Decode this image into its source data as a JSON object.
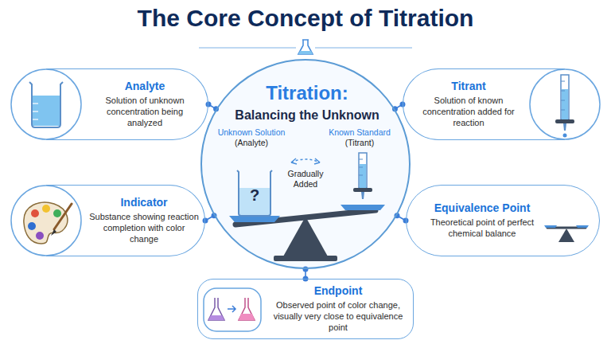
{
  "diagram": {
    "title": "The Core Concept of Titration",
    "nodes": [
      {
        "text": [
          "Titration:",
          "Balancing the Unknown"
        ]
      },
      {
        "text": [
          "Analyte",
          "Solution of unknown concentration being analyzed"
        ]
      },
      {
        "text": [
          "Titrant",
          "Solution of known concentration added for reaction"
        ]
      },
      {
        "text": [
          "Indicator",
          "Substance showing reaction completion with color change"
        ]
      },
      {
        "text": [
          "Equivalence Point",
          "Theoretical point of perfect chemical balance"
        ]
      },
      {
        "text": [
          "Endpoint",
          "Observed point of color change, visually very close to equivalence point"
        ]
      }
    ],
    "edges": [
      {
        "from": 0,
        "to": 1,
        "arrow": "none"
      },
      {
        "from": 0,
        "to": 2,
        "arrow": "none"
      },
      {
        "from": 0,
        "to": 3,
        "arrow": "none"
      },
      {
        "from": 0,
        "to": 4,
        "arrow": "none"
      },
      {
        "from": 0,
        "to": 5,
        "arrow": "none"
      }
    ],
    "labels": [
      "Unknown Solution",
      "(Analyte)",
      "?",
      "Gradually Added",
      "Known Standard",
      "(Titrant)"
    ]
  }
}
